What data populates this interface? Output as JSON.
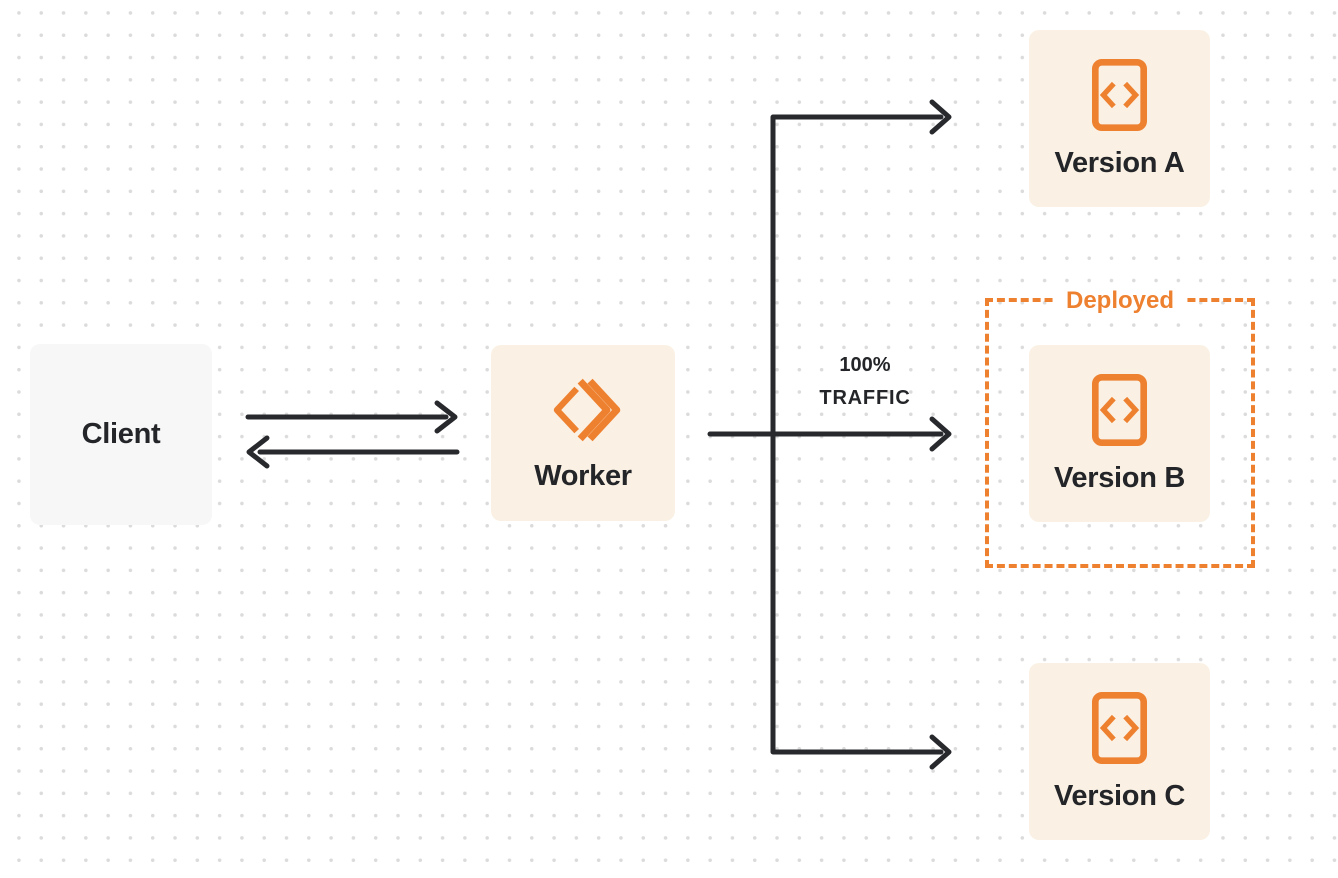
{
  "colors": {
    "accent_orange": "#EE8130",
    "box_cream": "#FAF1E4",
    "box_gray": "#F7F7F8",
    "arrow_dark": "#27292D",
    "text_dark": "#232528",
    "dot_gray": "#DBDBDB",
    "background": "#FFFFFF"
  },
  "nodes": {
    "client": {
      "label": "Client"
    },
    "worker": {
      "label": "Worker",
      "icon": "cloudflare-workers-logo-icon"
    },
    "version_a": {
      "label": "Version A",
      "icon": "code-document-icon"
    },
    "version_b": {
      "label": "Version B",
      "icon": "code-document-icon"
    },
    "version_c": {
      "label": "Version C",
      "icon": "code-document-icon"
    }
  },
  "deployed": {
    "label": "Deployed",
    "contains": "Version B"
  },
  "traffic": {
    "line1": "100%",
    "line2": "TRAFFIC"
  }
}
